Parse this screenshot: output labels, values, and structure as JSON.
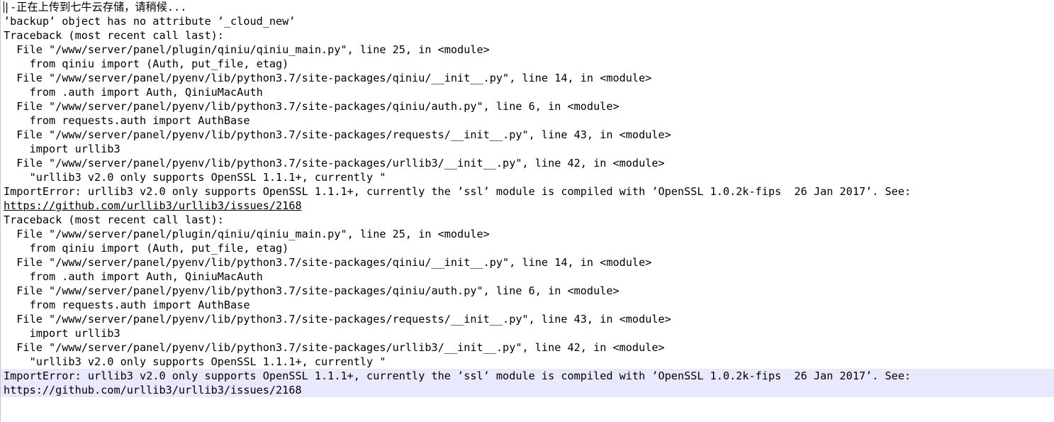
{
  "log": {
    "lines": [
      "|-正在上传到七牛云存储，请稍候...",
      "’backup’ object has no attribute ’_cloud_new’",
      "Traceback (most recent call last):",
      "  File \"/www/server/panel/plugin/qiniu/qiniu_main.py\", line 25, in <module>",
      "    from qiniu import (Auth, put_file, etag)",
      "  File \"/www/server/panel/pyenv/lib/python3.7/site-packages/qiniu/__init__.py\", line 14, in <module>",
      "    from .auth import Auth, QiniuMacAuth",
      "  File \"/www/server/panel/pyenv/lib/python3.7/site-packages/qiniu/auth.py\", line 6, in <module>",
      "    from requests.auth import AuthBase",
      "  File \"/www/server/panel/pyenv/lib/python3.7/site-packages/requests/__init__.py\", line 43, in <module>",
      "    import urllib3",
      "  File \"/www/server/panel/pyenv/lib/python3.7/site-packages/urllib3/__init__.py\", line 42, in <module>",
      "    \"urllib3 v2.0 only supports OpenSSL 1.1.1+, currently \"",
      "ImportError: urllib3 v2.0 only supports OpenSSL 1.1.1+, currently the ’ssl’ module is compiled with ’OpenSSL 1.0.2k-fips  26 Jan 2017’. See:",
      "https://github.com/urllib3/urllib3/issues/2168",
      "Traceback (most recent call last):",
      "  File \"/www/server/panel/plugin/qiniu/qiniu_main.py\", line 25, in <module>",
      "    from qiniu import (Auth, put_file, etag)",
      "  File \"/www/server/panel/pyenv/lib/python3.7/site-packages/qiniu/__init__.py\", line 14, in <module>",
      "    from .auth import Auth, QiniuMacAuth",
      "  File \"/www/server/panel/pyenv/lib/python3.7/site-packages/qiniu/auth.py\", line 6, in <module>",
      "    from requests.auth import AuthBase",
      "  File \"/www/server/panel/pyenv/lib/python3.7/site-packages/requests/__init__.py\", line 43, in <module>",
      "    import urllib3",
      "  File \"/www/server/panel/pyenv/lib/python3.7/site-packages/urllib3/__init__.py\", line 42, in <module>",
      "    \"urllib3 v2.0 only supports OpenSSL 1.1.1+, currently \"",
      "ImportError: urllib3 v2.0 only supports OpenSSL 1.1.1+, currently the ’ssl’ module is compiled with ’OpenSSL 1.0.2k-fips  26 Jan 2017’. See:",
      "https://github.com/urllib3/urllib3/issues/2168"
    ],
    "highlighted_lines": [
      26,
      27
    ],
    "link_lines": [
      14
    ],
    "highlight_color": "#e8e8ff",
    "text_color": "#000000",
    "background_color": "#ffffff"
  }
}
